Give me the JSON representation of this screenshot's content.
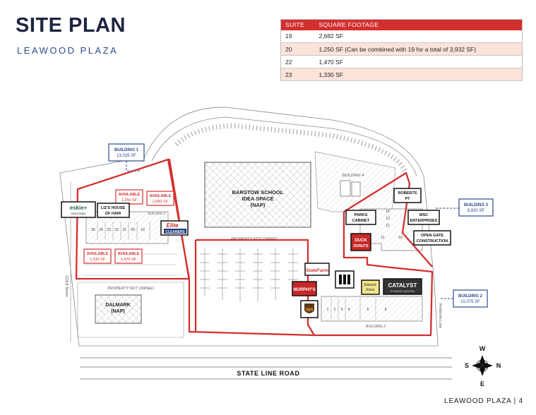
{
  "header": {
    "title": "SITE PLAN",
    "subtitle": "LEAWOOD PLAZA"
  },
  "table": {
    "headers": [
      "SUITE",
      "SQUARE FOOTAGE"
    ],
    "rows": [
      {
        "suite": "19",
        "sf": "2,682 SF"
      },
      {
        "suite": "20",
        "sf": "1,250 SF (Can be combined with 19 for a total of 3,932 SF)"
      },
      {
        "suite": "22",
        "sf": "1,470 SF"
      },
      {
        "suite": "23",
        "sf": "1,330 SF"
      }
    ]
  },
  "map": {
    "building1": [
      "BUILDING 1",
      "13,029 SF"
    ],
    "building3": [
      "BUILDING 3",
      "9,820 SF"
    ],
    "building2": [
      "BUILDING 2",
      "10,375 SF"
    ],
    "building4": "BUILDING 4",
    "building1_label": "BUILDING 1",
    "building2_label": "BUILDING 2",
    "barstow": [
      "BARSTOW SCHOOL",
      "IDEA SPACE",
      "(NAP)"
    ],
    "dalmark": [
      "DALMARK",
      "(NAP)"
    ],
    "property_not_owned_1": "PROPERTY NOT OWNED",
    "property_not_owned_2": "PROPERTY NOT OWNED",
    "street_left": "123rd Street",
    "street_right": "Pembroke Lane",
    "state_line": "STATE LINE ROAD",
    "available": [
      [
        "AVAILABLE",
        "1,250 SF"
      ],
      [
        "AVAILABLE",
        "2,682 SF"
      ],
      [
        "AVAILABLE",
        "1,330 SF"
      ],
      [
        "AVAILABLE",
        "1,470 SF"
      ]
    ],
    "tenants": {
      "eskie": [
        "eskie+",
        "associates"
      ],
      "liz": [
        "LIZ'S HOUSE",
        "OF HAIR"
      ],
      "elite": [
        "Elite",
        "CLEANERS"
      ],
      "roberts": [
        "ROBERTS",
        "PT"
      ],
      "parks": [
        "PARKS",
        "CABINET"
      ],
      "msc": [
        "MSC",
        "ENTERPRISES"
      ],
      "opengate": [
        "OPEN GATE",
        "CONSTRUCTION"
      ],
      "duck": [
        "DUCK",
        "DONUTS"
      ],
      "statefarm": "StateFarm",
      "murphys": "MURPHY'S",
      "edwardjones": [
        "Edward",
        "Jones"
      ],
      "catalyst": [
        "CATALYST",
        "FITNESS CENTER"
      ],
      "ups": "ups"
    },
    "suites_b1": [
      "25",
      "24",
      "23",
      "22",
      "21",
      "20",
      "19"
    ],
    "suites_b3": [
      "14",
      "13",
      "12",
      "11",
      "10"
    ],
    "suites_b2": [
      "1",
      "2",
      "3",
      "4",
      "5",
      "6"
    ],
    "compass": {
      "n": "N",
      "s": "S",
      "e": "E",
      "w": "W"
    }
  },
  "footer": "LEAWOOD PLAZA | 4",
  "colors": {
    "accent": "#d32f2f",
    "navy": "#1d2540",
    "blue": "#2b4b8c"
  }
}
